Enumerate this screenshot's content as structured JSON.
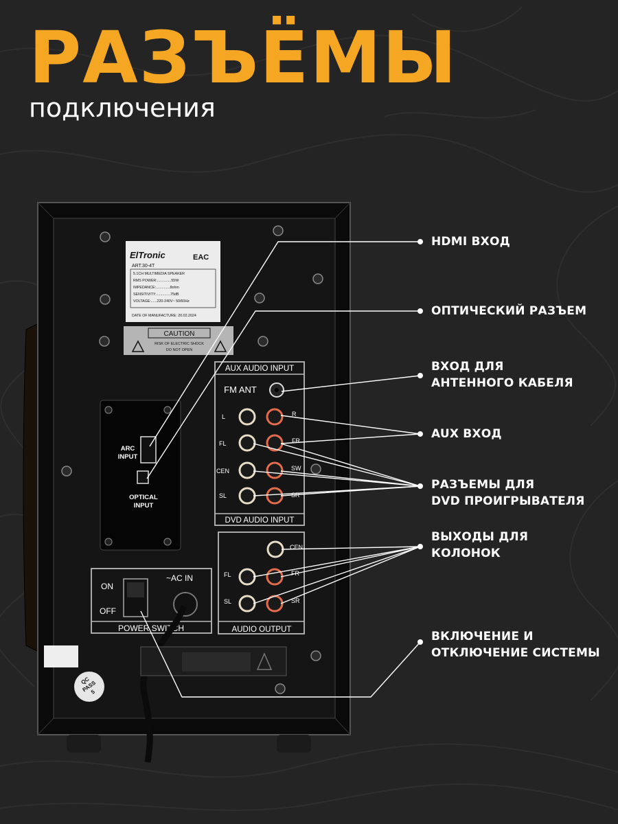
{
  "heading": {
    "title": "РАЗЪЁМЫ",
    "subtitle": "подключения"
  },
  "callouts": [
    {
      "id": "hdmi",
      "lines": [
        "HDMI ВХОД"
      ]
    },
    {
      "id": "optical",
      "lines": [
        "ОПТИЧЕСКИЙ РАЗЪЕМ"
      ]
    },
    {
      "id": "antenna",
      "lines": [
        "ВХОД ДЛЯ",
        "АНТЕННОГО КАБЕЛЯ"
      ]
    },
    {
      "id": "aux",
      "lines": [
        "AUX ВХОД"
      ]
    },
    {
      "id": "dvd",
      "lines": [
        "РАЗЪЕМЫ ДЛЯ",
        "DVD ПРОИГРЫВАТЕЛЯ"
      ]
    },
    {
      "id": "speakers",
      "lines": [
        "ВЫХОДЫ ДЛЯ",
        "КОЛОНОК"
      ]
    },
    {
      "id": "power",
      "lines": [
        "ВКЛЮЧЕНИЕ И",
        "ОТКЛЮЧЕНИЕ СИСТЕМЫ"
      ]
    }
  ],
  "device": {
    "brand": "ElTronic",
    "label_art": "ART.30-4T",
    "label_lines": [
      "5.1CH MULTIMEDIA SPEAKER",
      "RMS POWER:..............55W",
      "IMPEDANCE:..............8ohm",
      "SENSITIVITY:..............75dB",
      "VOLTAGE:......220-240V~ 50/60Hz",
      "DATE OF MANUFACTURE: 20.02.2024"
    ],
    "cert_mark": "EAC",
    "caution_title": "CAUTION",
    "caution_lines": [
      "RISK OF ELECTRIC SHOCK",
      "DO NOT OPEN"
    ],
    "aux_panel_title": "AUX AUDIO INPUT",
    "fm_ant": "FM ANT",
    "dvd_panel_title": "DVD AUDIO INPUT",
    "jack_left": [
      "L",
      "FL",
      "CEN",
      "SL"
    ],
    "jack_right": [
      "R",
      "FR",
      "SW",
      "SR"
    ],
    "arc_label": [
      "ARC",
      "INPUT"
    ],
    "optical_label": [
      "OPTICAL",
      "INPUT"
    ],
    "power_on": "ON",
    "power_off": "OFF",
    "ac_in": "~AC IN",
    "power_switch": "POWER SWITCH",
    "out_right": [
      "CEN",
      "FR",
      "SR"
    ],
    "out_left": [
      "FL",
      "SL"
    ],
    "audio_output": "AUDIO OUTPUT",
    "qc_sticker": [
      "QC",
      "PASS",
      "5"
    ]
  },
  "colors": {
    "accent": "#f5a623",
    "background": "#242424",
    "text": "#ffffff"
  }
}
